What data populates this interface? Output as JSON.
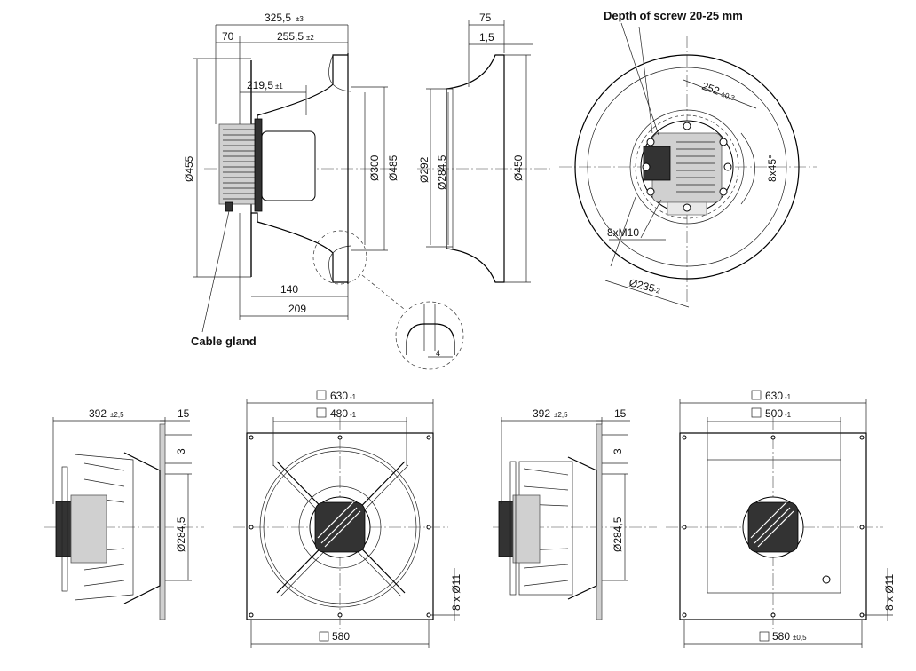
{
  "views": {
    "side_top": {
      "overall_depth": "325,5",
      "overall_depth_tol": "±3",
      "motor_len": "70",
      "flange_to_nozzle": "255,5",
      "flange_to_nozzle_tol": "±2",
      "motor_to_wheel": "219,5",
      "motor_to_wheel_tol": "±1",
      "dia_outer": "Ø455",
      "dia_inner": "Ø300",
      "dia_nozzle": "Ø485",
      "bottom_a": "140",
      "bottom_b": "209",
      "cable_gland": "Cable gland",
      "detail_gap": "4"
    },
    "nozzle": {
      "depth": "75",
      "flange": "1,5",
      "dia_a": "Ø292",
      "dia_b": "Ø284,5",
      "dia_c": "Ø450"
    },
    "front_top": {
      "screw_note": "Depth of screw 20-25 mm",
      "pcd": "252",
      "pcd_tol": "±0,3",
      "angle": "8x45°",
      "thread": "8xM10",
      "dia_hub": "Ø235",
      "dia_hub_tol": "-2"
    },
    "side_bl": {
      "depth": "392",
      "depth_tol": "±2,5",
      "plate": "15",
      "gap": "3",
      "dia": "Ø284,5",
      "holes": "8 x Ø11"
    },
    "front_bl": {
      "outer": "630",
      "outer_tol": "-1",
      "inner": "480",
      "inner_tol": "-1",
      "holes_pitch": "580"
    },
    "side_br": {
      "depth": "392",
      "depth_tol": "±2,5",
      "plate": "15",
      "gap": "3",
      "dia": "Ø284,5",
      "holes": "8 x Ø11"
    },
    "front_br": {
      "outer": "630",
      "outer_tol": "-1",
      "inner": "500",
      "inner_tol": "-1",
      "holes_pitch": "580",
      "holes_pitch_tol": "±0,5"
    }
  }
}
